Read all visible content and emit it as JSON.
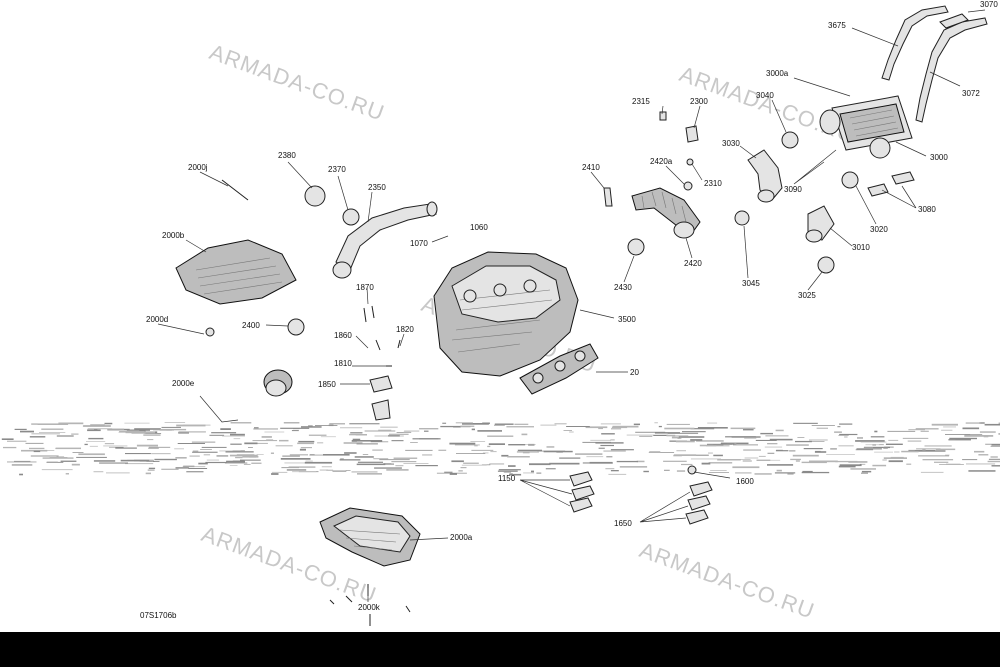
{
  "figure_code": "07S1706b",
  "watermark": "ARMADA-CO.RU",
  "callouts": [
    "3070",
    "3675",
    "3072",
    "3000a",
    "3040",
    "2315",
    "2300",
    "3030",
    "3000",
    "3090",
    "2420a",
    "2310",
    "2410",
    "3080",
    "2380",
    "2370",
    "2000j",
    "2350",
    "3020",
    "3010",
    "1060",
    "1070",
    "2000b",
    "2420",
    "3045",
    "2430",
    "3025",
    "1870",
    "3500",
    "2000d",
    "2400",
    "1820",
    "1860",
    "1810",
    "20",
    "1850",
    "2000e",
    "1150",
    "1600",
    "1650",
    "2000a",
    "2000k"
  ]
}
